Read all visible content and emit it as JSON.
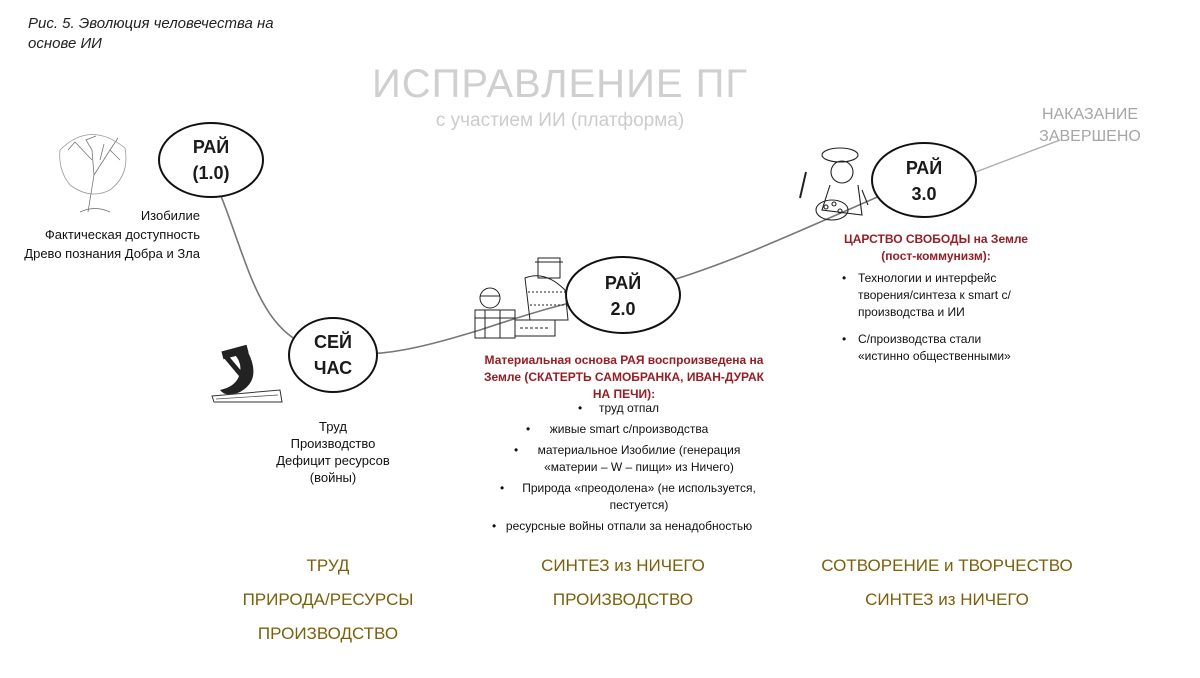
{
  "caption": "Рис. 5. Эволюция человечества на основе ИИ",
  "title": "ИСПРАВЛЕНИЕ ПГ",
  "subtitle": "с участием ИИ (платформа)",
  "end_label": [
    "НАКАЗАНИЕ",
    "ЗАВЕРШЕНО"
  ],
  "nodes": {
    "rai1": [
      "РАЙ",
      "(1.0)"
    ],
    "now": [
      "СЕЙ",
      "ЧАС"
    ],
    "rai2": [
      "РАЙ",
      "2.0"
    ],
    "rai3": [
      "РАЙ",
      "3.0"
    ]
  },
  "rai1_notes": [
    "Изобилие",
    "Фактическая доступность",
    "Древо познания Добра и Зла"
  ],
  "now_notes": [
    "Труд",
    "Производство",
    "Дефицит ресурсов",
    "(войны)"
  ],
  "rai2_heading": [
    "Материальная основа РАЯ воспроизведена на",
    "Земле (СКАТЕРТЬ САМОБРАНКА, ИВАН-ДУРАК",
    "НА ПЕЧИ):"
  ],
  "rai2_items": [
    "труд отпал",
    "живые smart с/производства",
    "материальное Изобилие (генерация «материи – W – пищи» из Ничего)",
    "Природа «преодолена» (не используется, пестуется)",
    "ресурсные войны отпали за ненадобностью"
  ],
  "rai3_heading": [
    "ЦАРСТВО СВОБОДЫ на Земле",
    "(пост-коммунизм):"
  ],
  "rai3_items": [
    "Технологии и интерфейс творения/синтеза к smart с/производства и ИИ",
    "С/производства стали «истинно общественными»"
  ],
  "bottom": {
    "col1": [
      "ТРУД",
      "ПРИРОДА/РЕСУРСЫ",
      "ПРОИЗВОДСТВО"
    ],
    "col2": [
      "СИНТЕЗ из НИЧЕГО",
      "ПРОИЗВОДСТВО"
    ],
    "col3": [
      "СОТВОРЕНИЕ и ТВОРЧЕСТВО",
      "СИНТЕЗ из НИЧЕГО"
    ]
  },
  "colors": {
    "red": "#b0202a",
    "olive": "#7d5f08",
    "grey": "#cfcfcf"
  },
  "icons": [
    "tree-icon",
    "hammer-sickle-icon",
    "feast-icon",
    "painter-icon"
  ]
}
